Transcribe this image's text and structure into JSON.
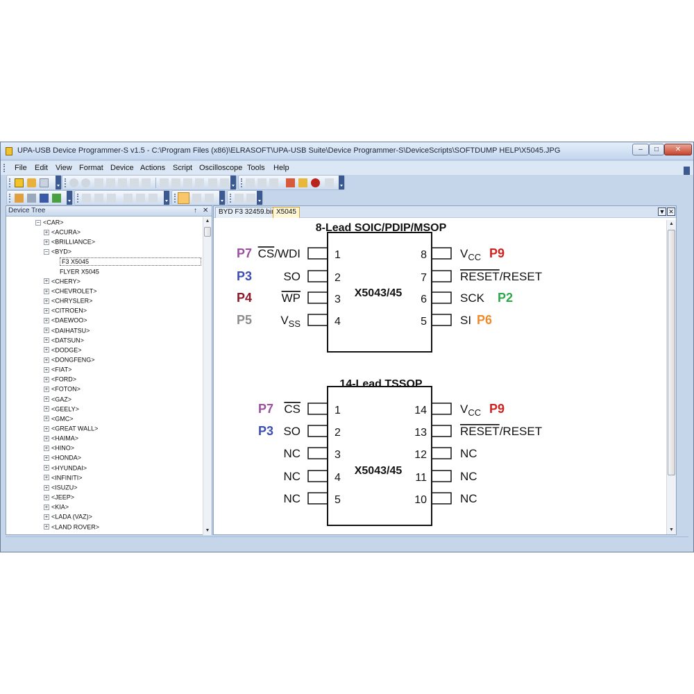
{
  "window": {
    "title": "UPA-USB Device Programmer-S v1.5 - C:\\Program Files (x86)\\ELRASOFT\\UPA-USB Suite\\Device Programmer-S\\DeviceScripts\\SOFTDUMP HELP\\X5045.JPG",
    "minimize": "–",
    "maximize": "□",
    "close": "✕"
  },
  "menu": [
    "File",
    "Edit",
    "View",
    "Format",
    "Device",
    "Actions",
    "Script",
    "Oscilloscope",
    "Tools",
    "Help"
  ],
  "device_tree": {
    "title": "Device Tree",
    "pin": "↑",
    "close": "✕",
    "root": "<CAR>",
    "items": [
      {
        "label": "<ACURA>",
        "state": "+"
      },
      {
        "label": "<BRILLIANCE>",
        "state": "+"
      },
      {
        "label": "<BYD>",
        "state": "-"
      },
      {
        "label": "F3 X5045",
        "state": "leaf",
        "selected": true
      },
      {
        "label": "FLYER X5045",
        "state": "leaf"
      },
      {
        "label": "<CHERY>",
        "state": "+"
      },
      {
        "label": "<CHEVROLET>",
        "state": "+"
      },
      {
        "label": "<CHRYSLER>",
        "state": "+"
      },
      {
        "label": "<CITROEN>",
        "state": "+"
      },
      {
        "label": "<DAEWOO>",
        "state": "+"
      },
      {
        "label": "<DAIHATSU>",
        "state": "+"
      },
      {
        "label": "<DATSUN>",
        "state": "+"
      },
      {
        "label": "<DODGE>",
        "state": "+"
      },
      {
        "label": "<DONGFENG>",
        "state": "+"
      },
      {
        "label": "<FIAT>",
        "state": "+"
      },
      {
        "label": "<FORD>",
        "state": "+"
      },
      {
        "label": "<FOTON>",
        "state": "+"
      },
      {
        "label": "<GAZ>",
        "state": "+"
      },
      {
        "label": "<GEELY>",
        "state": "+"
      },
      {
        "label": "<GMC>",
        "state": "+"
      },
      {
        "label": "<GREAT WALL>",
        "state": "+"
      },
      {
        "label": "<HAIMA>",
        "state": "+"
      },
      {
        "label": "<HINO>",
        "state": "+"
      },
      {
        "label": "<HONDA>",
        "state": "+"
      },
      {
        "label": "<HYUNDAI>",
        "state": "+"
      },
      {
        "label": "<INFINITI>",
        "state": "+"
      },
      {
        "label": "<ISUZU>",
        "state": "+"
      },
      {
        "label": "<JEEP>",
        "state": "+"
      },
      {
        "label": "<KIA>",
        "state": "+"
      },
      {
        "label": "<LADA (VAZ)>",
        "state": "+"
      },
      {
        "label": "<LAND ROVER>",
        "state": "+"
      }
    ]
  },
  "tabs": [
    {
      "label": "BYD F3 32459.bin",
      "active": false
    },
    {
      "label": "X5045",
      "active": true
    }
  ],
  "doc_controls": {
    "menu": "▼",
    "close": "✕"
  },
  "diagram": {
    "colors": {
      "p7": "#9b4fa0",
      "p3": "#3c4eb5",
      "p4": "#8b1a2a",
      "p5": "#8c8c8c",
      "p9": "#cc2222",
      "p2": "#2ea84a",
      "p6": "#f08a2a"
    },
    "soic": {
      "title": "8-Lead SOIC/PDIP/MSOP",
      "chip": "X5043/45",
      "left": [
        {
          "num": "1",
          "name": "CS",
          "name_tail": "/WDI",
          "overline": true,
          "tag": "P7",
          "tag_color": "p7"
        },
        {
          "num": "2",
          "name": "SO",
          "tag": "P3",
          "tag_color": "p3"
        },
        {
          "num": "3",
          "name": "WP",
          "overline": true,
          "tag": "P4",
          "tag_color": "p4"
        },
        {
          "num": "4",
          "name": "V",
          "sub": "SS",
          "tag": "P5",
          "tag_color": "p5"
        }
      ],
      "right": [
        {
          "num": "8",
          "name": "V",
          "sub": "CC",
          "tag": "P9",
          "tag_color": "p9"
        },
        {
          "num": "7",
          "name": "RESET",
          "name_tail": "/RESET",
          "overline": true
        },
        {
          "num": "6",
          "name": "SCK",
          "tag": "P2",
          "tag_color": "p2"
        },
        {
          "num": "5",
          "name": "SI",
          "tag": "P6",
          "tag_color": "p6"
        }
      ]
    },
    "tssop": {
      "title": "14-Lead TSSOP",
      "chip": "X5043/45",
      "left": [
        {
          "num": "1",
          "name": "CS",
          "overline": true,
          "tag": "P7",
          "tag_color": "p7"
        },
        {
          "num": "2",
          "name": "SO",
          "tag": "P3",
          "tag_color": "p3"
        },
        {
          "num": "3",
          "name": "NC"
        },
        {
          "num": "4",
          "name": "NC"
        },
        {
          "num": "5",
          "name": "NC"
        }
      ],
      "right": [
        {
          "num": "14",
          "name": "V",
          "sub": "CC",
          "tag": "P9",
          "tag_color": "p9"
        },
        {
          "num": "13",
          "name": "RESET",
          "name_tail": "/RESET",
          "overline": true
        },
        {
          "num": "12",
          "name": "NC"
        },
        {
          "num": "11",
          "name": "NC"
        },
        {
          "num": "10",
          "name": "NC"
        }
      ]
    }
  }
}
